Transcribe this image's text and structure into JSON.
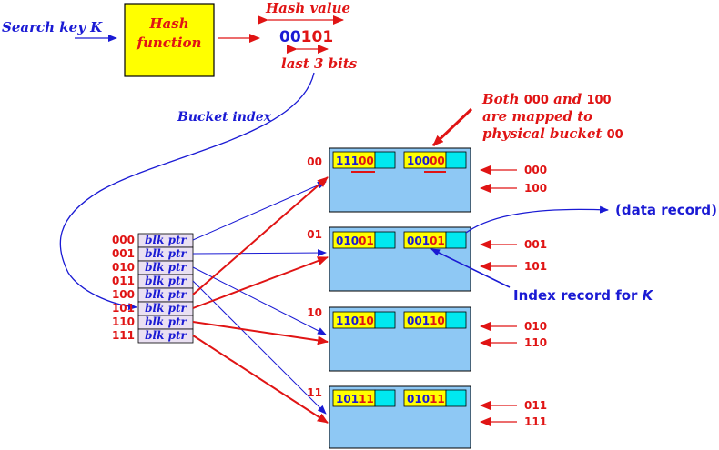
{
  "colors": {
    "blue": "#1a1ad4",
    "red": "#e01414",
    "hash_box": "#ffff00",
    "bucket": "#8ec8f4",
    "record_key": "#ffff00",
    "record_ptr": "#00e8f0",
    "dir_cell": "#eae0f2"
  },
  "search_key": "Search key K",
  "hash_function": {
    "line1": "Hash",
    "line2": "function"
  },
  "hash_value": {
    "label": "Hash value",
    "value_prefix": "00",
    "value_suffix": "101",
    "last_bits": "last 3 bits"
  },
  "bucket_index": "Bucket index",
  "both_note": {
    "line1_a": "Both ",
    "line1_b": "000",
    "line1_c": " and ",
    "line1_d": "100",
    "line2": "are mapped to",
    "line3_a": "physical bucket ",
    "line3_b": "00"
  },
  "data_record": "(data record)",
  "index_record": {
    "text": "Index record for ",
    "k": "K"
  },
  "directory": [
    {
      "index": "000",
      "label": "blk ptr"
    },
    {
      "index": "001",
      "label": "blk ptr"
    },
    {
      "index": "010",
      "label": "blk ptr"
    },
    {
      "index": "011",
      "label": "blk ptr"
    },
    {
      "index": "100",
      "label": "blk ptr"
    },
    {
      "index": "101",
      "label": "blk ptr"
    },
    {
      "index": "110",
      "label": "blk ptr"
    },
    {
      "index": "111",
      "label": "blk ptr"
    }
  ],
  "buckets": [
    {
      "label": "00",
      "records": [
        {
          "prefix": "111",
          "suffix": "00"
        },
        {
          "prefix": "100",
          "suffix": "00"
        }
      ],
      "mapped": [
        "000",
        "100"
      ]
    },
    {
      "label": "01",
      "records": [
        {
          "prefix": "010",
          "suffix": "01"
        },
        {
          "prefix": "001",
          "suffix": "01"
        }
      ],
      "mapped": [
        "001",
        "101"
      ]
    },
    {
      "label": "10",
      "records": [
        {
          "prefix": "110",
          "suffix": "10"
        },
        {
          "prefix": "001",
          "suffix": "10"
        }
      ],
      "mapped": [
        "010",
        "110"
      ]
    },
    {
      "label": "11",
      "records": [
        {
          "prefix": "101",
          "suffix": "11"
        },
        {
          "prefix": "010",
          "suffix": "11"
        }
      ],
      "mapped": [
        "011",
        "111"
      ]
    }
  ]
}
